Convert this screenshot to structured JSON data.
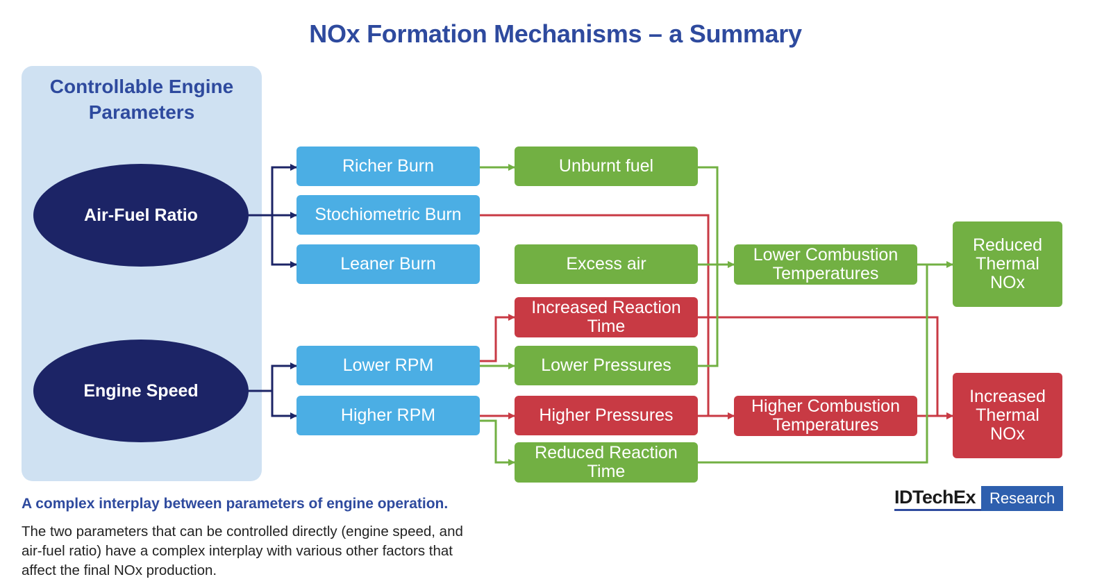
{
  "title": "NOx Formation Mechanisms – a Summary",
  "panel": {
    "title": "Controllable Engine\nParameters"
  },
  "parameters": {
    "air_fuel_ratio": "Air-Fuel Ratio",
    "engine_speed": "Engine Speed"
  },
  "nodes": {
    "richer_burn": "Richer Burn",
    "stoichiometric_burn": "Stochiometric Burn",
    "leaner_burn": "Leaner Burn",
    "lower_rpm": "Lower RPM",
    "higher_rpm": "Higher RPM",
    "unburnt_fuel": "Unburnt fuel",
    "excess_air": "Excess air",
    "increased_reaction_time": "Increased Reaction\nTime",
    "lower_pressures": "Lower Pressures",
    "higher_pressures": "Higher Pressures",
    "reduced_reaction_time": "Reduced Reaction\nTime",
    "lower_combustion_temps": "Lower Combustion\nTemperatures",
    "higher_combustion_temps": "Higher Combustion\nTemperatures",
    "reduced_thermal_nox": "Reduced\nThermal\nNOx",
    "increased_thermal_nox": "Increased\nThermal\nNOx"
  },
  "caption": {
    "subtitle": "A complex interplay between parameters of engine operation.",
    "description": "The two parameters that can be controlled directly (engine speed, and air-fuel ratio) have a complex interplay with various other factors that affect the final NOx production."
  },
  "logo": {
    "name": "IDTechEx",
    "tag": "Research"
  },
  "colors": {
    "title": "#2e4a9e",
    "panel": "#cfe1f2",
    "parameter": "#1c2466",
    "blue_node": "#4baee4",
    "green_node": "#72b043",
    "red_node": "#c83a44",
    "navy_arrow": "#1c2466",
    "green_arrow": "#72b043",
    "red_arrow": "#c83a44"
  },
  "connections": [
    {
      "from": "air_fuel_ratio",
      "to": "richer_burn",
      "color": "navy"
    },
    {
      "from": "air_fuel_ratio",
      "to": "stoichiometric_burn",
      "color": "navy"
    },
    {
      "from": "air_fuel_ratio",
      "to": "leaner_burn",
      "color": "navy"
    },
    {
      "from": "engine_speed",
      "to": "lower_rpm",
      "color": "navy"
    },
    {
      "from": "engine_speed",
      "to": "higher_rpm",
      "color": "navy"
    },
    {
      "from": "richer_burn",
      "to": "unburnt_fuel",
      "color": "green"
    },
    {
      "from": "unburnt_fuel",
      "to": "lower_combustion_temps",
      "color": "green"
    },
    {
      "from": "excess_air",
      "to": "lower_combustion_temps",
      "color": "green"
    },
    {
      "from": "lower_pressures",
      "to": "lower_combustion_temps",
      "color": "green"
    },
    {
      "from": "stoichiometric_burn",
      "to": "higher_combustion_temps",
      "color": "red"
    },
    {
      "from": "lower_rpm",
      "to": "increased_reaction_time",
      "color": "red"
    },
    {
      "from": "lower_rpm",
      "to": "lower_pressures",
      "color": "green"
    },
    {
      "from": "higher_rpm",
      "to": "higher_pressures",
      "color": "red"
    },
    {
      "from": "higher_rpm",
      "to": "reduced_reaction_time",
      "color": "green"
    },
    {
      "from": "higher_pressures",
      "to": "higher_combustion_temps",
      "color": "red"
    },
    {
      "from": "lower_combustion_temps",
      "to": "reduced_thermal_nox",
      "color": "green"
    },
    {
      "from": "reduced_reaction_time",
      "to": "reduced_thermal_nox",
      "color": "green"
    },
    {
      "from": "increased_reaction_time",
      "to": "increased_thermal_nox",
      "color": "red"
    },
    {
      "from": "higher_combustion_temps",
      "to": "increased_thermal_nox",
      "color": "red"
    }
  ]
}
